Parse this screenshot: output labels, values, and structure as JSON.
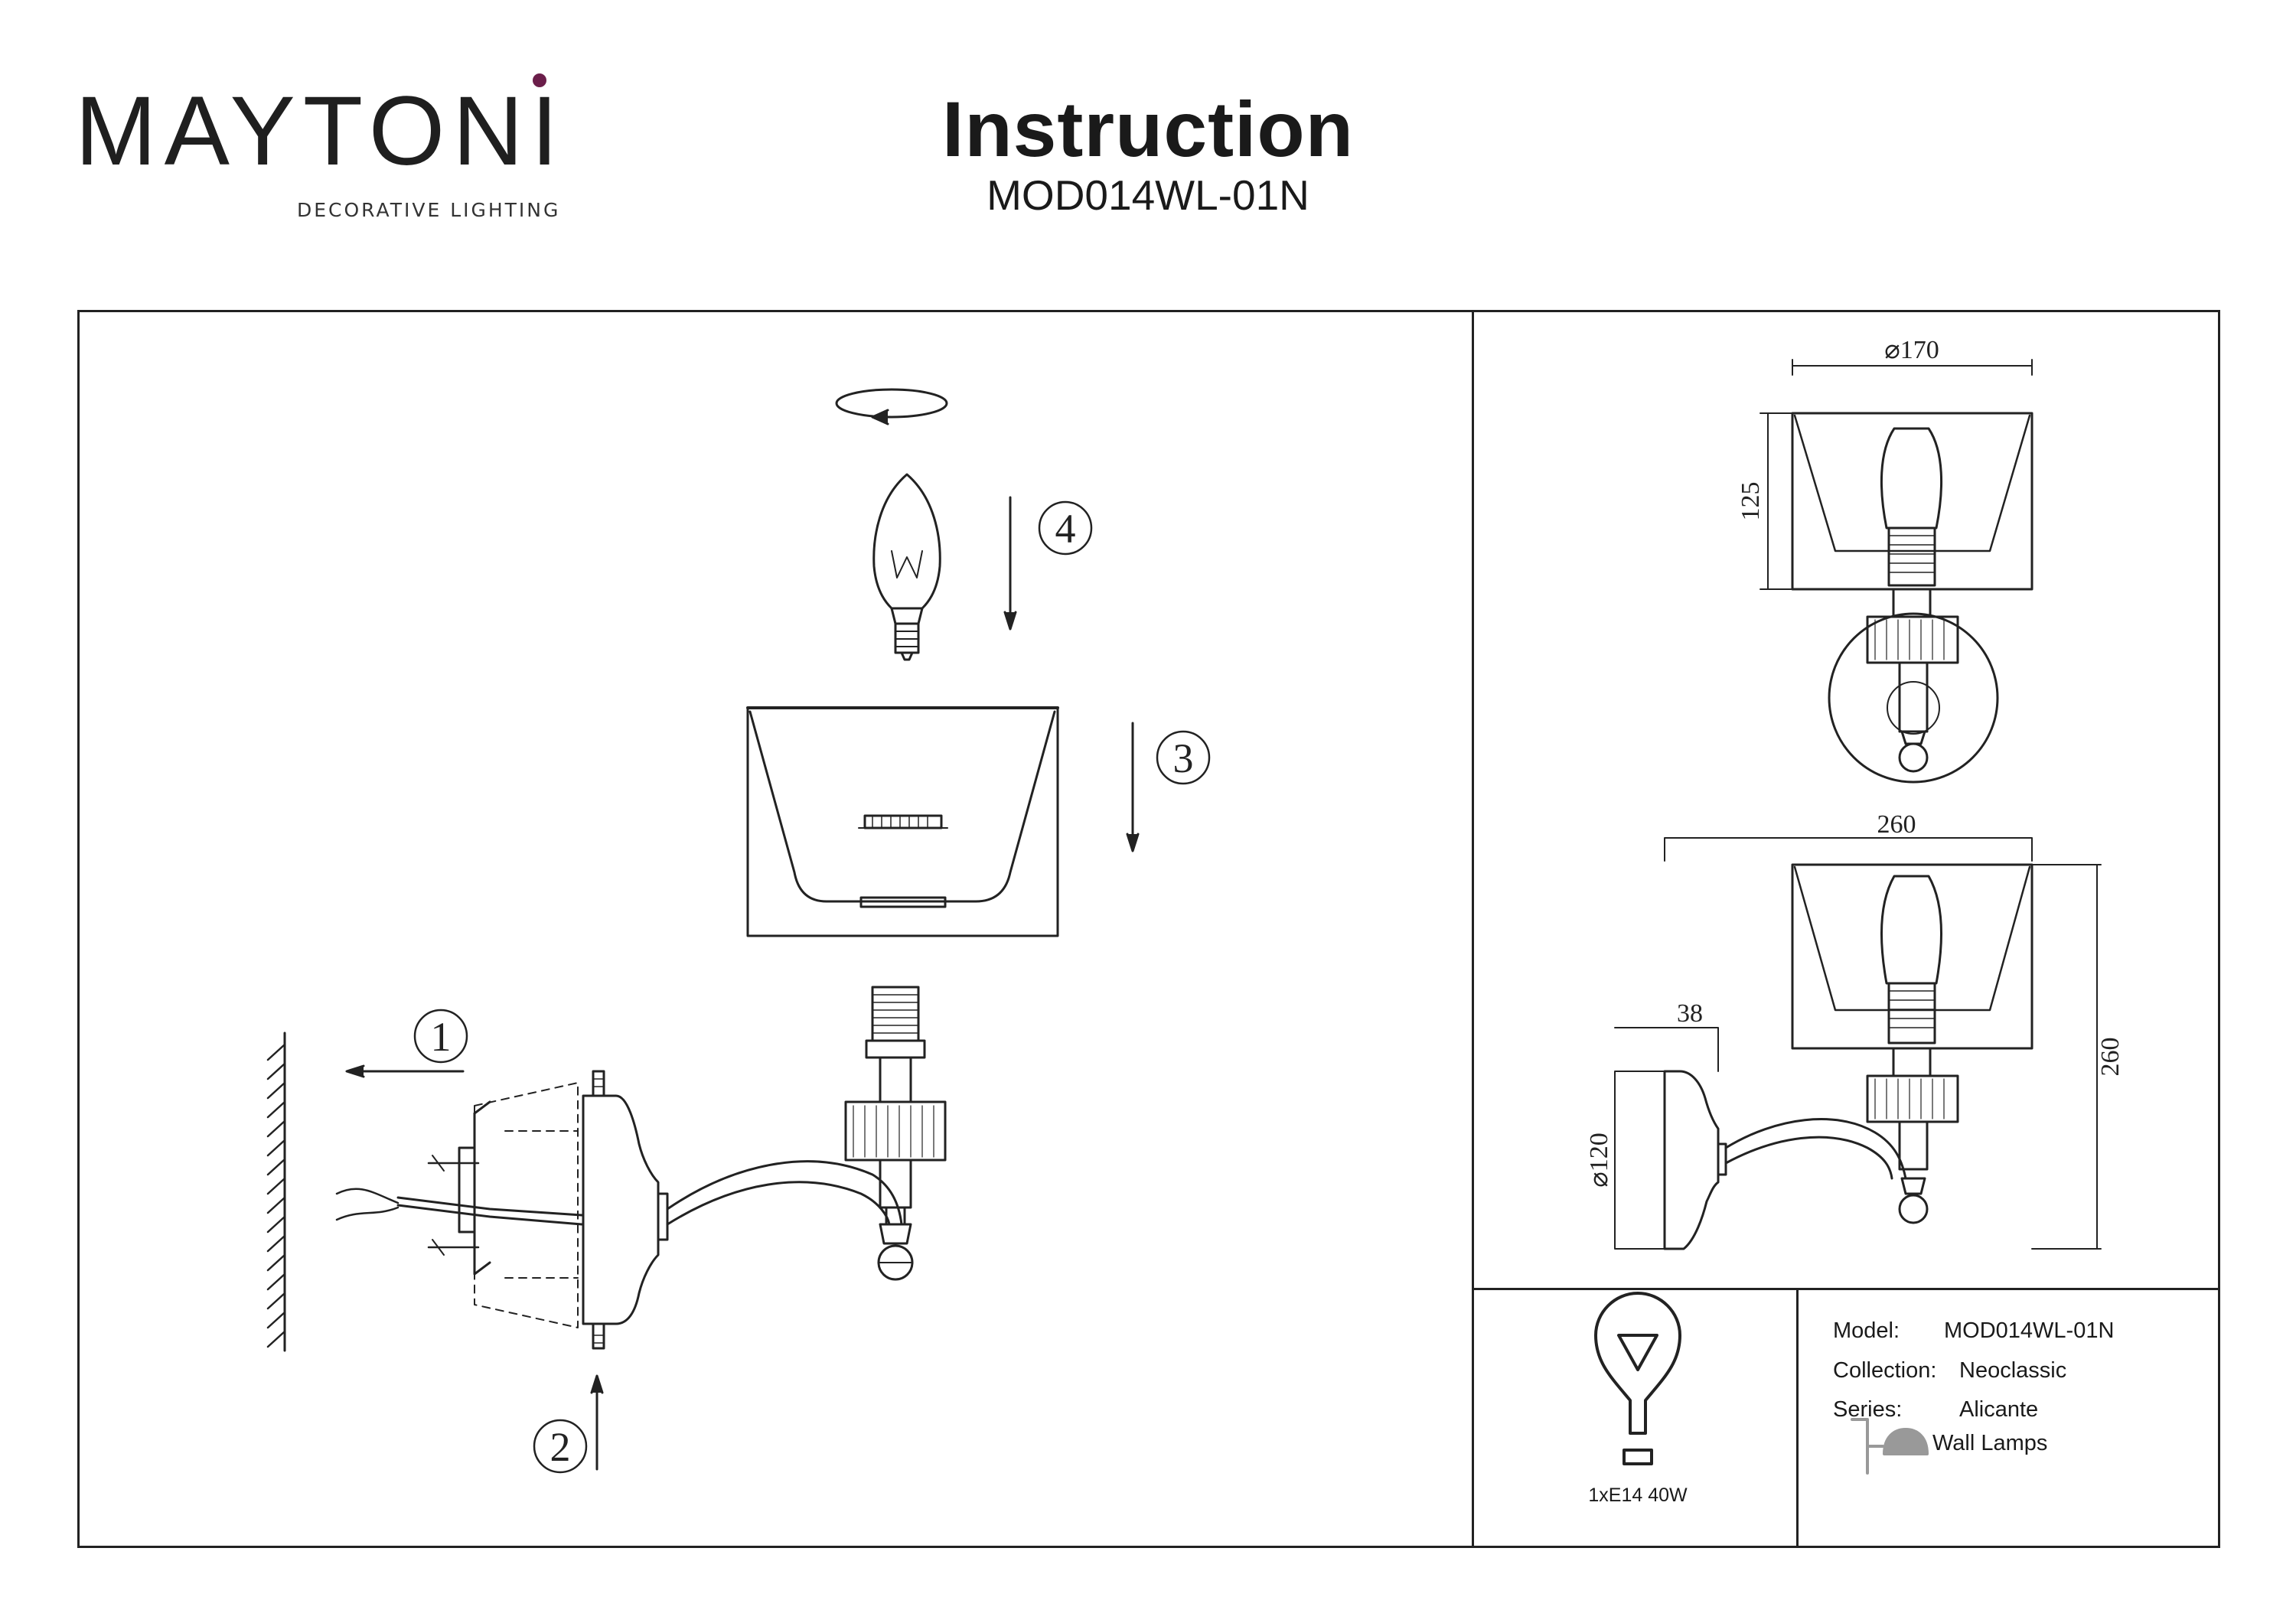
{
  "brand": {
    "name": "MAYTONI",
    "tagline": "DECORATIVE LIGHTING",
    "accent_color": "#6b1e4a"
  },
  "header": {
    "title": "Instruction",
    "subtitle": "MOD014WL-01N"
  },
  "steps": {
    "step_1": "1",
    "step_2": "2",
    "step_3": "3",
    "step_4": "4"
  },
  "dimensions": {
    "shade_diameter": "⌀170",
    "shade_height": "125",
    "total_width": "260",
    "total_height": "260",
    "base_depth": "38",
    "base_diameter": "⌀120"
  },
  "power": {
    "label": "1xE14 40W",
    "icon": "bulb-icon"
  },
  "specs": {
    "model_label": "Model:",
    "model_value": "MOD014WL-01N",
    "collection_label": "Collection:",
    "collection_value": "Neoclassic",
    "series_label": "Series:",
    "series_value": "Alicante",
    "type_value": "Wall Lamps",
    "type_icon": "wall-lamp-icon"
  }
}
